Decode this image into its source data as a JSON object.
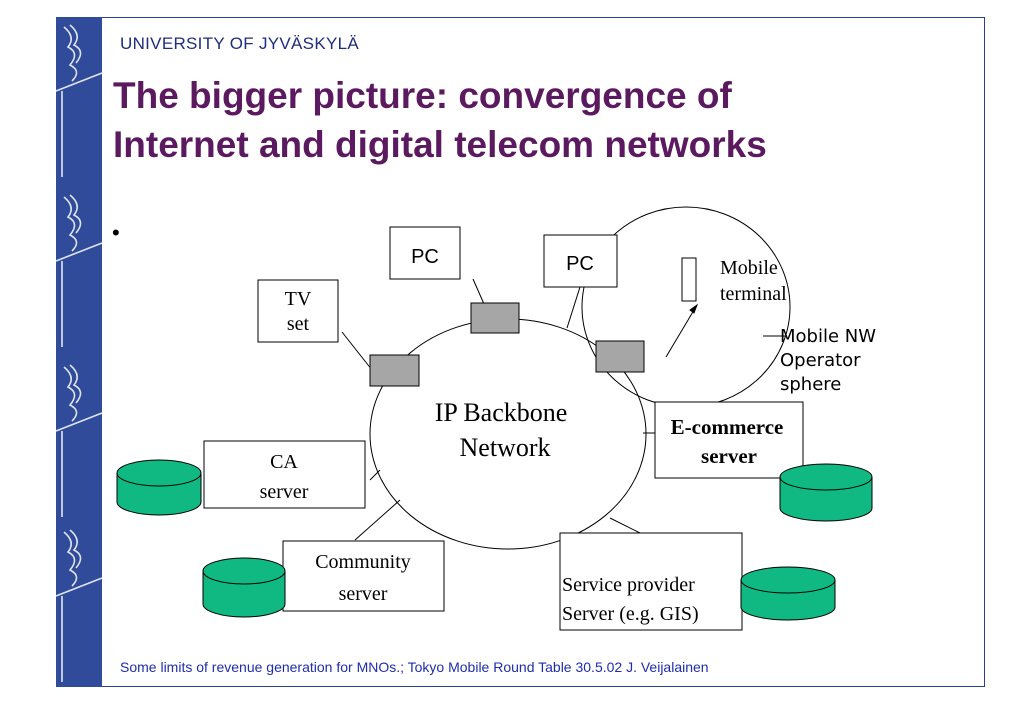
{
  "slide": {
    "university": "UNIVERSITY OF JYVÄSKYLÄ",
    "title_line_1": "The bigger picture: convergence of",
    "title_line_2": "Internet and digital telecom networks",
    "bullet": "•",
    "footer": "Some limits of revenue generation for MNOs.; Tokyo Mobile Round Table 30.5.02 J. Veijalainen"
  },
  "diagram": {
    "backbone": {
      "line1": "IP Backbone",
      "line2": "Network"
    },
    "pc_left": "PC",
    "pc_right": "PC",
    "tv": {
      "line1": "TV",
      "line2": "set"
    },
    "mobile_terminal": {
      "line1": "Mobile",
      "line2": "terminal"
    },
    "mobile_sphere": {
      "line1": "Mobile NW",
      "line2": "Operator",
      "line3": "sphere"
    },
    "ecommerce": {
      "line1": "E-commerce",
      "line2": "server"
    },
    "ca": {
      "line1": "CA",
      "line2": "server"
    },
    "community": {
      "line1": "Community",
      "line2": "server"
    },
    "service_provider": {
      "line1": "Service provider",
      "line2": "Server (e.g. GIS)"
    }
  },
  "colors": {
    "frame": "#2b3f8c",
    "side_band": "#2f4b9a",
    "title": "#5b1a5f",
    "university": "#1f2e7a",
    "footer": "#1f2eaa",
    "database_fill": "#10b981",
    "router_fill": "#a6a6a6"
  }
}
